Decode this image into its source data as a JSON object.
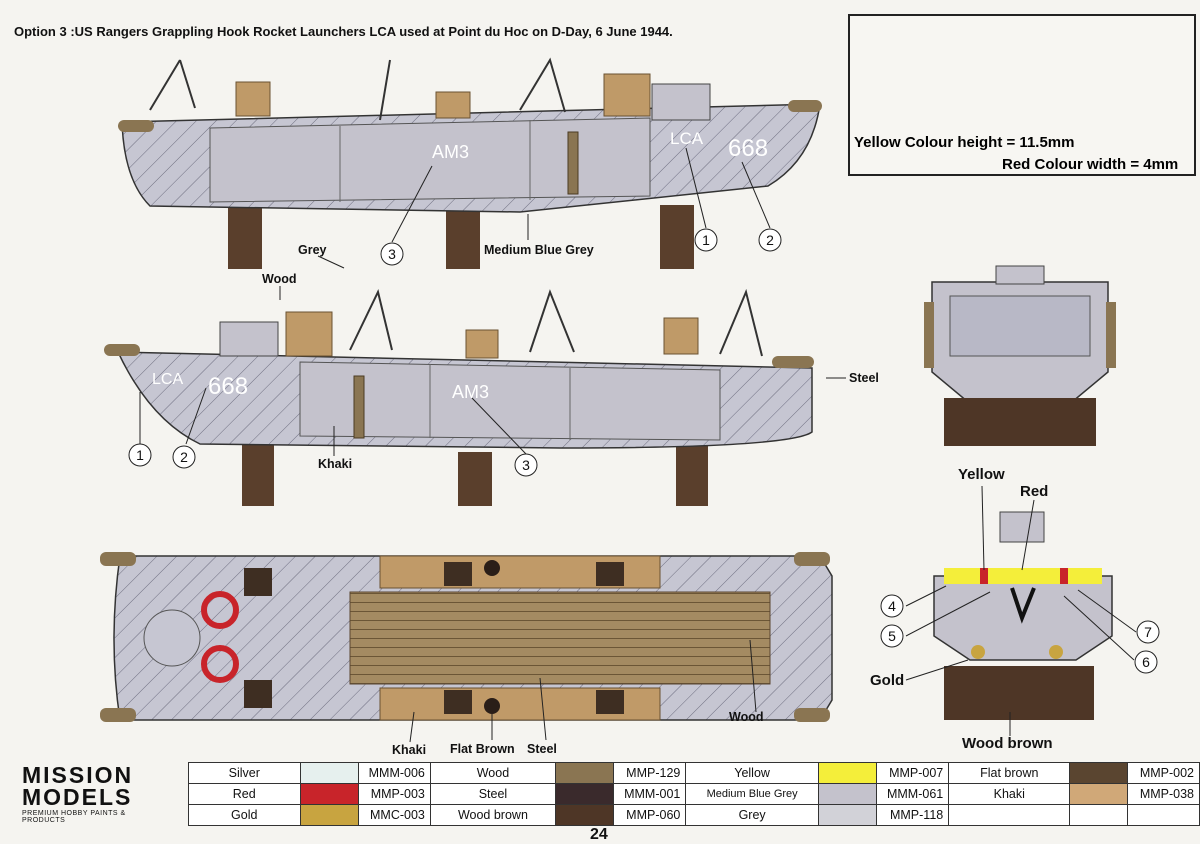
{
  "title": "Option 3 :US Rangers Grappling Hook Rocket Launchers LCA used at Point du Hoc on D-Day, 6 June 1944.",
  "inset": {
    "yellow_note": "Yellow Colour  height = 11.5mm",
    "red_note": "Red Colour width = 4mm"
  },
  "hull_markings": {
    "bow": "LCA",
    "number": "668",
    "code": "AM3"
  },
  "labels": {
    "grey": "Grey",
    "medium_blue_grey": "Medium Blue Grey",
    "wood": "Wood",
    "khaki": "Khaki",
    "steel": "Steel",
    "flat_brown": "Flat Brown",
    "yellow": "Yellow",
    "red": "Red",
    "gold": "Gold",
    "wood_brown": "Wood brown"
  },
  "callouts": [
    "1",
    "2",
    "3",
    "4",
    "5",
    "6",
    "7"
  ],
  "brand": {
    "line1": "MISSION",
    "line2": "MODELS",
    "line3": "PREMIUM HOBBY PAINTS & PRODUCTS"
  },
  "paint_table": [
    [
      {
        "name": "Silver",
        "color": "#e6f0ee",
        "code": "MMM-006"
      },
      {
        "name": "Wood",
        "color": "#8a7552",
        "code": "MMP-129"
      },
      {
        "name": "Yellow",
        "color": "#f4ee3a",
        "code": "MMP-007"
      },
      {
        "name": "Flat brown",
        "color": "#5a4530",
        "code": "MMP-002"
      }
    ],
    [
      {
        "name": "Red",
        "color": "#c8242a",
        "code": "MMP-003"
      },
      {
        "name": "Steel",
        "color": "#3a2a2c",
        "code": "MMM-001"
      },
      {
        "name": "Medium Blue Grey",
        "color": "#c4c2cc",
        "code": "MMM-061"
      },
      {
        "name": "Khaki",
        "color": "#d0a878",
        "code": "MMP-038"
      }
    ],
    [
      {
        "name": "Gold",
        "color": "#c8a440",
        "code": "MMC-003"
      },
      {
        "name": "Wood brown",
        "color": "#4e3626",
        "code": "MMP-060"
      },
      {
        "name": "Grey",
        "color": "#d2d2d8",
        "code": "MMP-118"
      },
      {
        "name": "",
        "color": "#ffffff",
        "code": ""
      }
    ]
  ],
  "page_number": "24"
}
